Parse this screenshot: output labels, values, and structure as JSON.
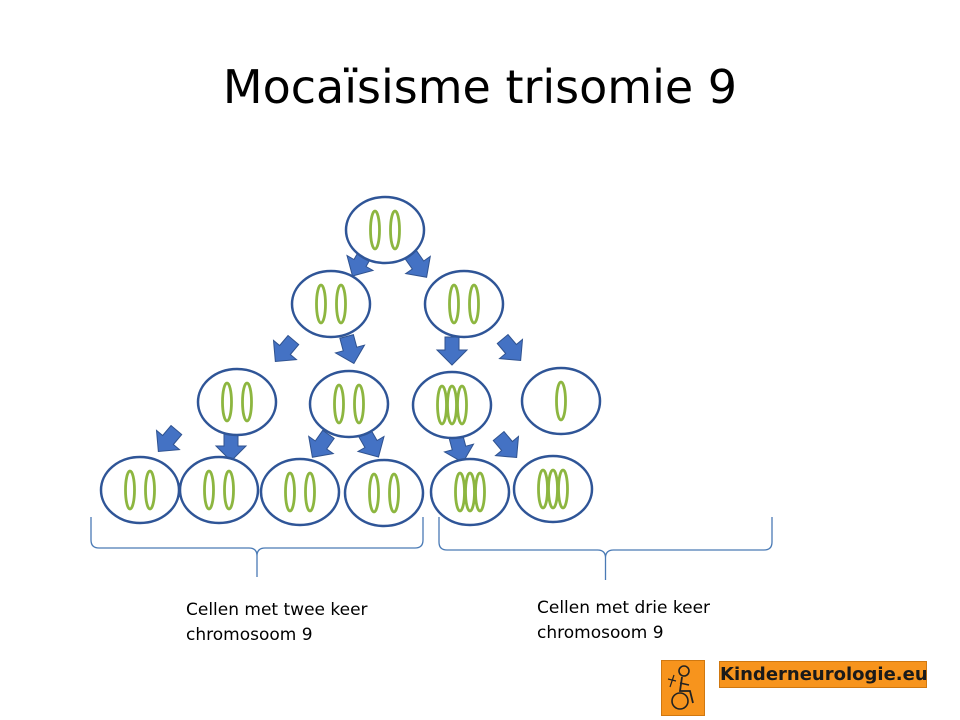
{
  "slide": {
    "title": "Mocaïsisme trisomie 9"
  },
  "diagram": {
    "colors": {
      "cell_border": "#2f5597",
      "chromosome": "#8db640",
      "arrow_fill": "#4472c4",
      "arrow_stroke": "#2f528f",
      "brace": "#4a7ab5"
    },
    "cells": [
      {
        "id": "root",
        "chromosomes": 2
      },
      {
        "id": "gen1-left",
        "chromosomes": 2
      },
      {
        "id": "gen1-right",
        "chromosomes": 2
      },
      {
        "id": "gen2-1",
        "chromosomes": 2
      },
      {
        "id": "gen2-2",
        "chromosomes": 2
      },
      {
        "id": "gen2-3",
        "chromosomes": 3
      },
      {
        "id": "gen2-4",
        "chromosomes": 1
      },
      {
        "id": "gen3-1",
        "chromosomes": 2
      },
      {
        "id": "gen3-2",
        "chromosomes": 2
      },
      {
        "id": "gen3-3",
        "chromosomes": 2
      },
      {
        "id": "gen3-4",
        "chromosomes": 2
      },
      {
        "id": "gen3-5",
        "chromosomes": 3
      },
      {
        "id": "gen3-6",
        "chromosomes": 3
      }
    ],
    "groups": {
      "two_copies": {
        "label_line1": "Cellen met twee keer",
        "label_line2": "chromosoom 9"
      },
      "three_copies": {
        "label_line1": "Cellen met drie keer",
        "label_line2": "chromosoom 9"
      }
    }
  },
  "logo": {
    "text": "Kinderneurologie.eu",
    "icon": "person-wheelchair-icon",
    "color": "#f7941d"
  }
}
